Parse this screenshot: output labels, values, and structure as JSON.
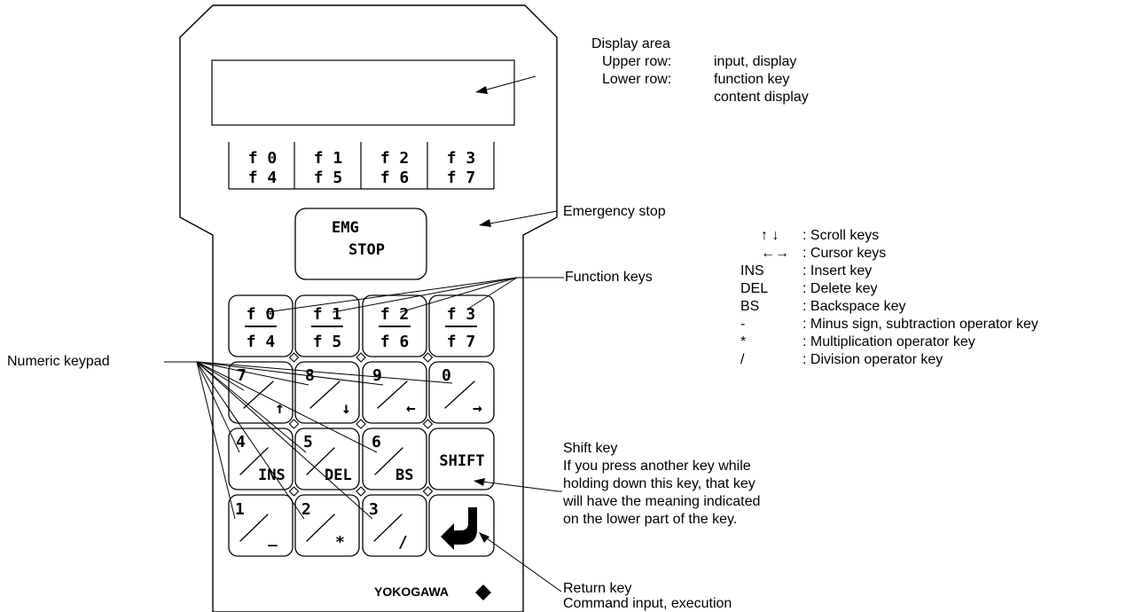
{
  "device": {
    "fkey_strip": {
      "upper": [
        "f 0",
        "f 1",
        "f 2",
        "f 3"
      ],
      "lower": [
        "f 4",
        "f 5",
        "f 6",
        "f 7"
      ]
    },
    "emg": {
      "line1": "EMG",
      "line2": "STOP"
    },
    "function_keys": [
      {
        "top": "f 0",
        "bottom": "f 4"
      },
      {
        "top": "f 1",
        "bottom": "f 5"
      },
      {
        "top": "f 2",
        "bottom": "f 6"
      },
      {
        "top": "f 3",
        "bottom": "f 7"
      }
    ],
    "numeric_keys": [
      {
        "top": "7",
        "bottom": "↑"
      },
      {
        "top": "8",
        "bottom": "↓"
      },
      {
        "top": "9",
        "bottom": "←"
      },
      {
        "top": "0",
        "bottom": "→"
      },
      {
        "top": "4",
        "bottom": "INS"
      },
      {
        "top": "5",
        "bottom": "DEL"
      },
      {
        "top": "6",
        "bottom": "BS"
      },
      {
        "top": "1",
        "bottom": "_"
      },
      {
        "top": "2",
        "bottom": "*"
      },
      {
        "top": "3",
        "bottom": "/"
      }
    ],
    "shift_key": "SHIFT",
    "brand": "YOKOGAWA"
  },
  "callouts": {
    "display_area": {
      "title": "Display area",
      "upper_label": "Upper row:",
      "upper_text": "input, display",
      "lower_label": "Lower row:",
      "lower_text_1": "function key",
      "lower_text_2": "content display"
    },
    "emergency_stop": "Emergency stop",
    "function_keys": "Function keys",
    "numeric_keypad": "Numeric keypad",
    "shift_key": {
      "title": "Shift key",
      "lines": [
        "If you press another key while",
        "holding down this key, that key",
        "will have the meaning indicated",
        "on the lower part of the key."
      ]
    },
    "return_key": {
      "title": "Return key",
      "desc": "Command input, execution"
    }
  },
  "legend": [
    {
      "key": "↑ ↓",
      "desc": ": Scroll keys"
    },
    {
      "key": "←→",
      "desc": ": Cursor keys"
    },
    {
      "key": "INS",
      "desc": ": Insert key"
    },
    {
      "key": "DEL",
      "desc": ": Delete key"
    },
    {
      "key": "BS",
      "desc": ": Backspace key"
    },
    {
      "key": "-",
      "desc": ": Minus sign, subtraction operator key"
    },
    {
      "key": "*",
      "desc": ": Multiplication operator key"
    },
    {
      "key": "/",
      "desc": ": Division operator key"
    }
  ]
}
